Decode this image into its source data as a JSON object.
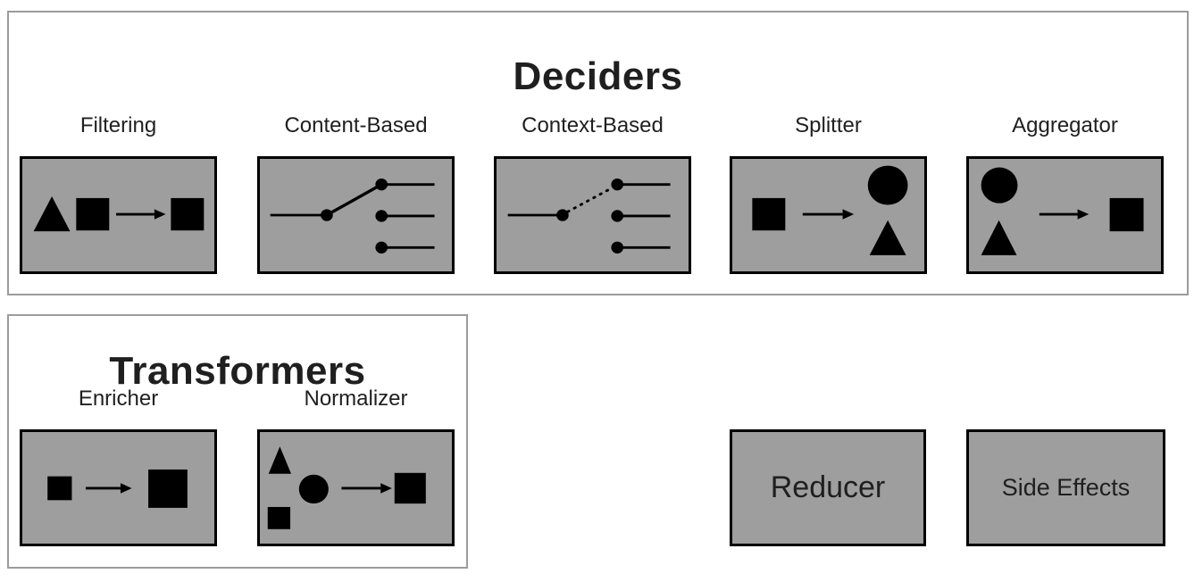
{
  "palette": {
    "background": "#ffffff",
    "box_fill": "#9e9e9e",
    "box_border": "#000000",
    "container_border": "#9b9b9b",
    "shape_color": "#000000",
    "text_color": "#1f1f1f"
  },
  "deciders": {
    "title": "Deciders",
    "items": [
      {
        "label": "Filtering",
        "icon": "triangle-square-arrow-square-icon"
      },
      {
        "label": "Content-Based",
        "icon": "switch-solid-icon"
      },
      {
        "label": "Context-Based",
        "icon": "switch-dotted-icon"
      },
      {
        "label": "Splitter",
        "icon": "square-arrow-circle-triangle-icon"
      },
      {
        "label": "Aggregator",
        "icon": "circle-triangle-arrow-square-icon"
      }
    ]
  },
  "transformers": {
    "title": "Transformers",
    "items": [
      {
        "label": "Enricher",
        "icon": "small-square-arrow-large-square-icon"
      },
      {
        "label": "Normalizer",
        "icon": "triangle-circle-square-arrow-square-icon"
      }
    ]
  },
  "standalone_boxes": [
    {
      "label": "Reducer"
    },
    {
      "label": "Side Effects"
    }
  ]
}
